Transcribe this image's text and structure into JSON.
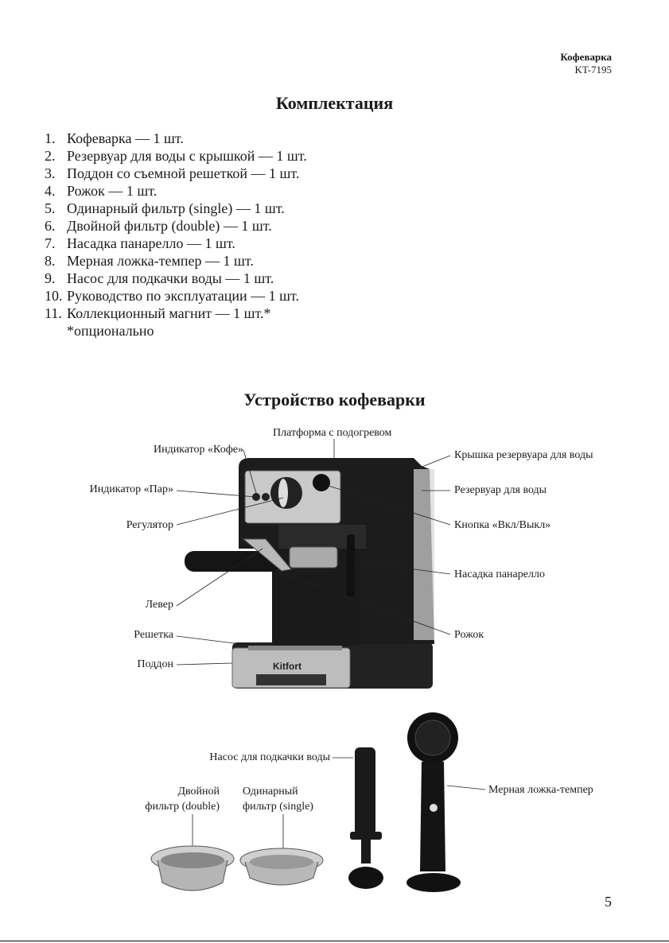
{
  "header": {
    "line1": "Кофеварка",
    "line2": "KT-7195"
  },
  "section1_title": "Комплектация",
  "items": [
    {
      "num": "1.",
      "text": "Кофеварка — 1 шт."
    },
    {
      "num": "2.",
      "text": "Резервуар для воды с крышкой — 1 шт."
    },
    {
      "num": "3.",
      "text": "Поддон со съемной решеткой — 1 шт."
    },
    {
      "num": "4.",
      "text": "Рожок — 1 шт."
    },
    {
      "num": "5.",
      "text": "Одинарный фильтр (single) — 1 шт."
    },
    {
      "num": "6.",
      "text": "Двойной фильтр (double) — 1 шт."
    },
    {
      "num": "7.",
      "text": "Насадка панарелло — 1 шт."
    },
    {
      "num": "8.",
      "text": "Мерная ложка-темпер — 1 шт."
    },
    {
      "num": "9.",
      "text": "Насос для подкачки воды — 1 шт."
    },
    {
      "num": "10.",
      "text": "Руководство по эксплуатации — 1 шт."
    },
    {
      "num": "11.",
      "text": "Коллекционный магнит — 1 шт.*"
    }
  ],
  "optional_note": "*опционально",
  "section2_title": "Устройство кофеварки",
  "labels": {
    "platform": "Платформа с подогревом",
    "coffee_indicator": "Индикатор «Кофе»",
    "steam_indicator": "Индикатор «Пар»",
    "regulator": "Регулятор",
    "lever": "Левер",
    "grate": "Решетка",
    "tray": "Поддон",
    "tank_lid": "Крышка резервуара для воды",
    "tank": "Резервуар для воды",
    "power_button": "Кнопка «Вкл/Выкл»",
    "panarello": "Насадка панарелло",
    "portafilter": "Рожок",
    "pump": "Насос для подкачки воды",
    "double_filter_1": "Двойной",
    "double_filter_2": "фильтр (double)",
    "single_filter_1": "Одинарный",
    "single_filter_2": "фильтр (single)",
    "tamper": "Мерная ложка-темпер"
  },
  "brand": "Kitfort",
  "page_number": "5"
}
